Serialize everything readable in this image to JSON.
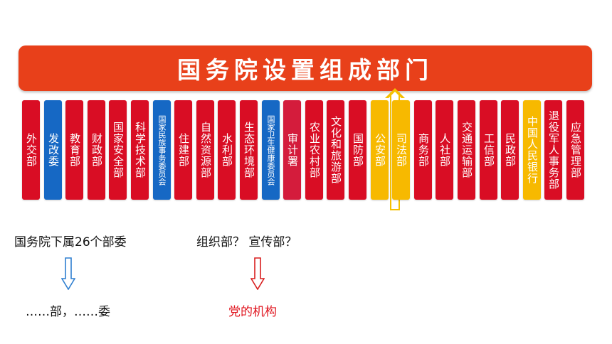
{
  "title": "国务院设置组成部门",
  "departments": [
    {
      "label": "外交部",
      "color": "red"
    },
    {
      "label": "发改委",
      "color": "blue"
    },
    {
      "label": "教育部",
      "color": "red"
    },
    {
      "label": "财政部",
      "color": "red"
    },
    {
      "label": "国家安全部",
      "color": "red"
    },
    {
      "label": "科学技术部",
      "color": "red"
    },
    {
      "label": "国家民族事务委员会",
      "color": "blue",
      "small": true
    },
    {
      "label": "住建部",
      "color": "red"
    },
    {
      "label": "自然资源部",
      "color": "red"
    },
    {
      "label": "水利部",
      "color": "red"
    },
    {
      "label": "生态环境部",
      "color": "red"
    },
    {
      "label": "国家卫生健康委员会",
      "color": "blue",
      "small": true
    },
    {
      "label": "审计署",
      "color": "crimson"
    },
    {
      "label": "农业农村部",
      "color": "red"
    },
    {
      "label": "文化和旅游部",
      "color": "red"
    },
    {
      "label": "国防部",
      "color": "red"
    },
    {
      "label": "公安部",
      "color": "gold"
    },
    {
      "label": "司法部",
      "color": "gold"
    },
    {
      "label": "商务部",
      "color": "red"
    },
    {
      "label": "人社部",
      "color": "red"
    },
    {
      "label": "交通运输部",
      "color": "red"
    },
    {
      "label": "工信部",
      "color": "red"
    },
    {
      "label": "民政部",
      "color": "red"
    },
    {
      "label": "中国人民银行",
      "color": "gold"
    },
    {
      "label": "退役军人事务部",
      "color": "red"
    },
    {
      "label": "应急管理部",
      "color": "red"
    }
  ],
  "notes": {
    "left_top": "国务院下属26个部委",
    "left_bottom": "……部，……委",
    "right_top": "组织部？ 宣传部？",
    "right_bottom": "党的机构"
  },
  "colors": {
    "banner": "#e8401a",
    "red": "#d90d24",
    "blue": "#1668c4",
    "gold": "#f7b900",
    "arrow_blue": "#2f7fd0",
    "arrow_red": "#d81e1e"
  }
}
